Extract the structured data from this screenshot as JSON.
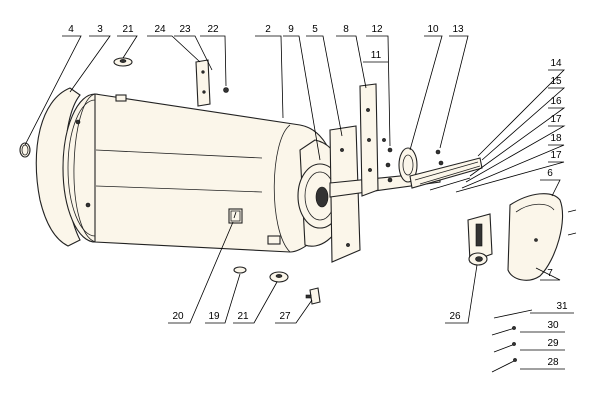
{
  "diagram": {
    "labels": [
      {
        "id": "l4",
        "text": "4"
      },
      {
        "id": "l3",
        "text": "3"
      },
      {
        "id": "l21a",
        "text": "21"
      },
      {
        "id": "l24",
        "text": "24"
      },
      {
        "id": "l23",
        "text": "23"
      },
      {
        "id": "l22",
        "text": "22"
      },
      {
        "id": "l2",
        "text": "2"
      },
      {
        "id": "l9",
        "text": "9"
      },
      {
        "id": "l5",
        "text": "5"
      },
      {
        "id": "l8",
        "text": "8"
      },
      {
        "id": "l12",
        "text": "12"
      },
      {
        "id": "l11",
        "text": "11"
      },
      {
        "id": "l10",
        "text": "10"
      },
      {
        "id": "l13",
        "text": "13"
      },
      {
        "id": "l14",
        "text": "14"
      },
      {
        "id": "l15",
        "text": "15"
      },
      {
        "id": "l16",
        "text": "16"
      },
      {
        "id": "l17a",
        "text": "17"
      },
      {
        "id": "l18",
        "text": "18"
      },
      {
        "id": "l17b",
        "text": "17"
      },
      {
        "id": "l6",
        "text": "6"
      },
      {
        "id": "l7",
        "text": "7"
      },
      {
        "id": "l26",
        "text": "26"
      },
      {
        "id": "l31",
        "text": "31"
      },
      {
        "id": "l30",
        "text": "30"
      },
      {
        "id": "l29",
        "text": "29"
      },
      {
        "id": "l28",
        "text": "28"
      },
      {
        "id": "l20",
        "text": "20"
      },
      {
        "id": "l19",
        "text": "19"
      },
      {
        "id": "l21b",
        "text": "21"
      },
      {
        "id": "l27",
        "text": "27"
      }
    ]
  }
}
